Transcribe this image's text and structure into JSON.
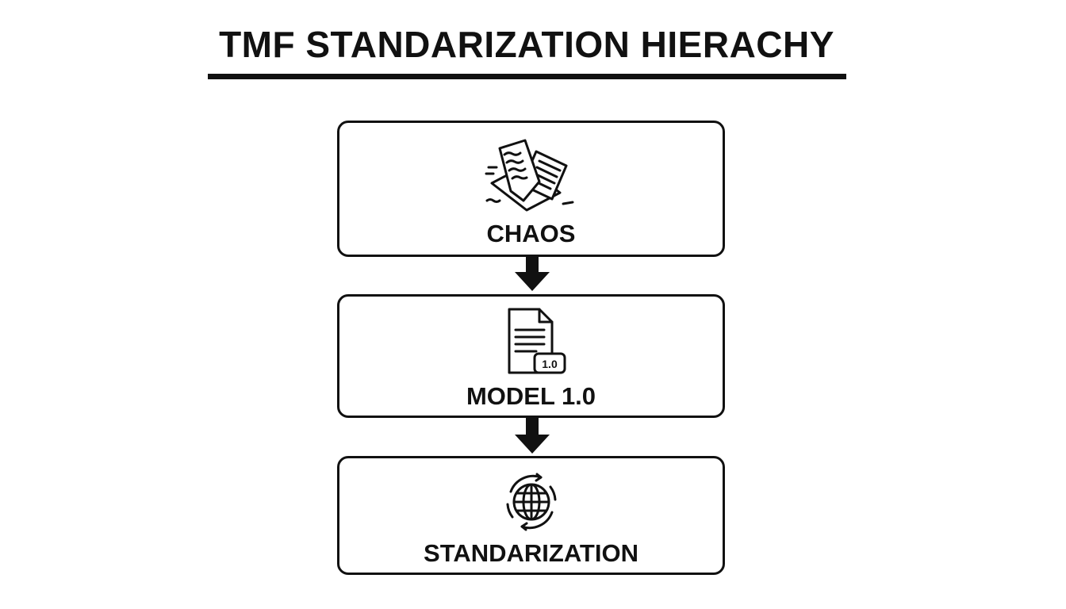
{
  "title": "TMF STANDARIZATION HIERACHY",
  "steps": [
    {
      "label": "CHAOS",
      "icon": "scattered-documents-icon"
    },
    {
      "label": "MODEL 1.0",
      "icon": "document-version-icon",
      "badge": "1.0"
    },
    {
      "label": "STANDARIZATION",
      "icon": "globe-cycle-icon"
    }
  ],
  "colors": {
    "ink": "#111111",
    "background": "#ffffff"
  }
}
